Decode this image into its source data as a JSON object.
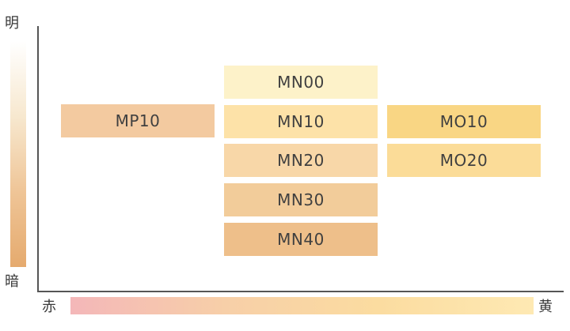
{
  "axes": {
    "top_label": "明",
    "bottom_label": "暗",
    "left_label": "赤",
    "right_label": "黄"
  },
  "colors": {
    "vertical_gradient": [
      "#ffffff",
      "#f7e8cf",
      "#efc597",
      "#e5aa6e"
    ],
    "horizontal_gradient": [
      "#f4b7b9",
      "#f7cfa8",
      "#fbdca0",
      "#fee9b3"
    ]
  },
  "shades": {
    "mp10": {
      "label": "MP10",
      "color": "#f3caa0"
    },
    "mn00": {
      "label": "MN00",
      "color": "#fdf2c9"
    },
    "mn10": {
      "label": "MN10",
      "color": "#fde2a8"
    },
    "mn20": {
      "label": "MN20",
      "color": "#f8d7a8"
    },
    "mn30": {
      "label": "MN30",
      "color": "#f2cc9a"
    },
    "mn40": {
      "label": "MN40",
      "color": "#eebf8a"
    },
    "mo10": {
      "label": "MO10",
      "color": "#f9d684"
    },
    "mo20": {
      "label": "MO20",
      "color": "#fbdc98"
    }
  }
}
